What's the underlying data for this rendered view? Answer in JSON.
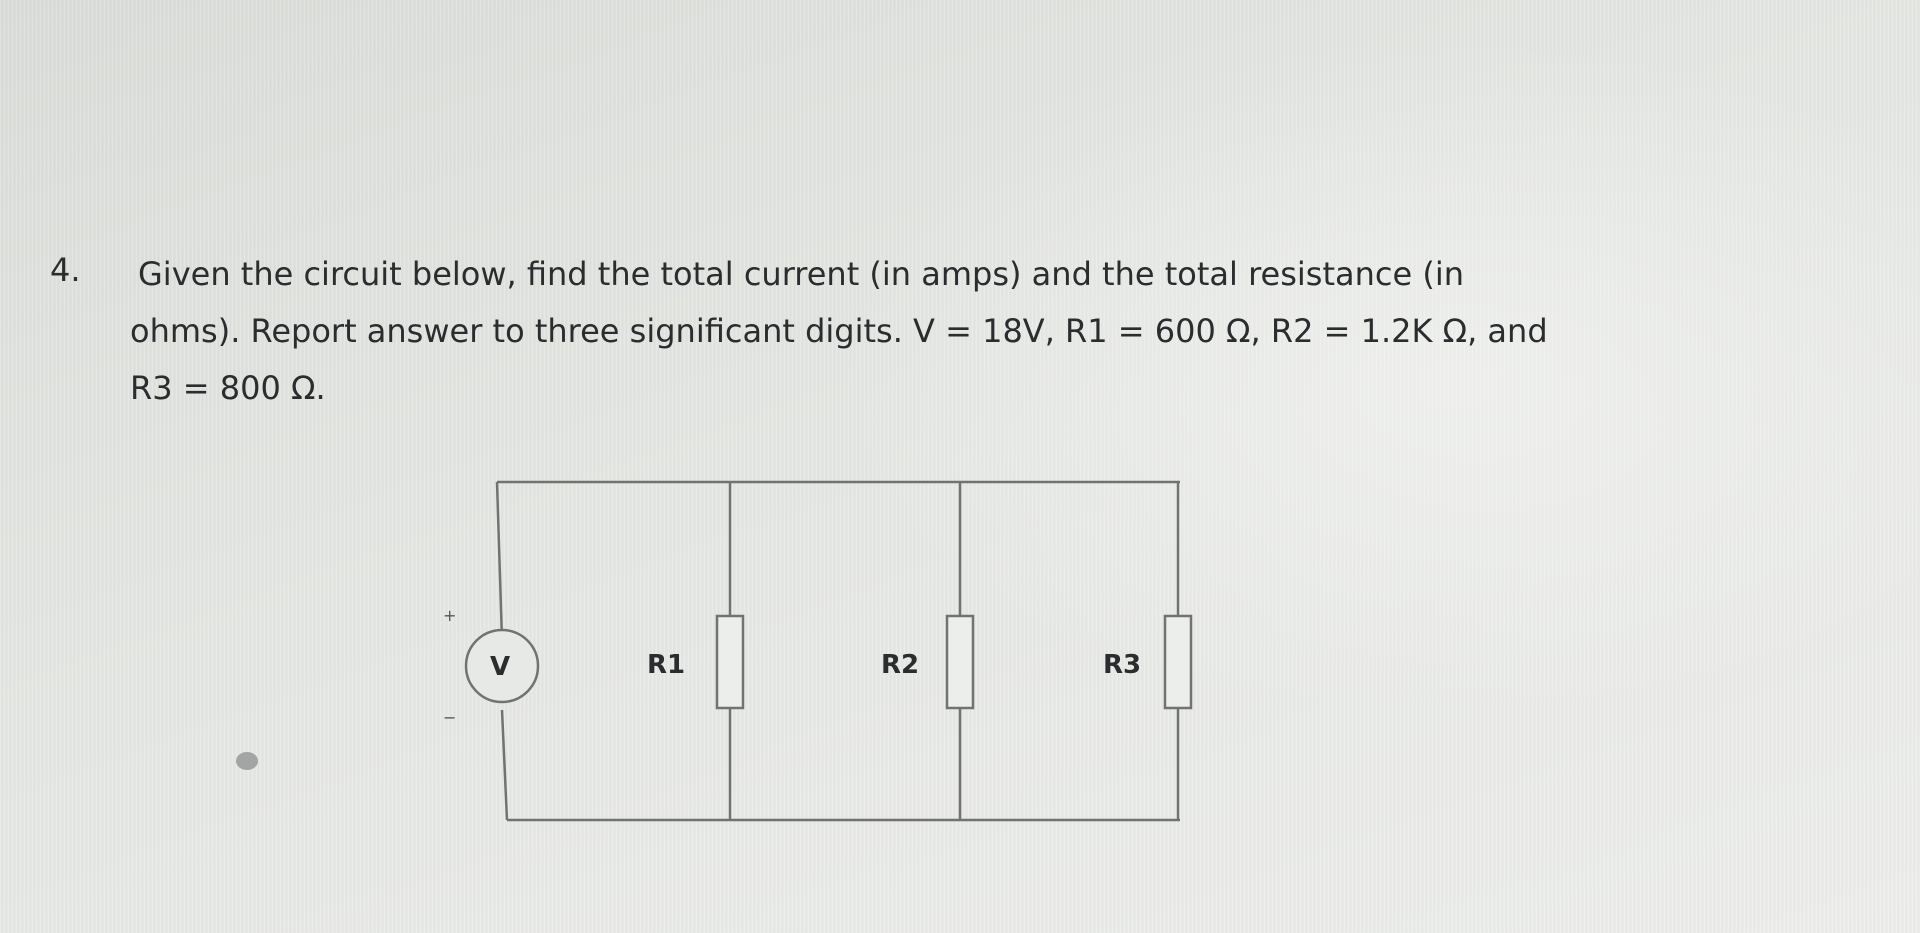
{
  "question": {
    "number": "4.",
    "lines": [
      "Given the circuit below, find the total current (in amps) and the total resistance (in",
      "ohms).  Report answer to three significant digits.  V = 18V, R1 = 600 Ω, R2 = 1.2K Ω, and",
      "R3 = 800 Ω."
    ]
  },
  "circuit": {
    "source_label": "V",
    "plus_sign": "+",
    "minus_sign": "−",
    "resistors": [
      {
        "label": "R1"
      },
      {
        "label": "R2"
      },
      {
        "label": "R3"
      }
    ]
  },
  "colors": {
    "wire": "#707372",
    "ink": "#2a2c2e"
  }
}
